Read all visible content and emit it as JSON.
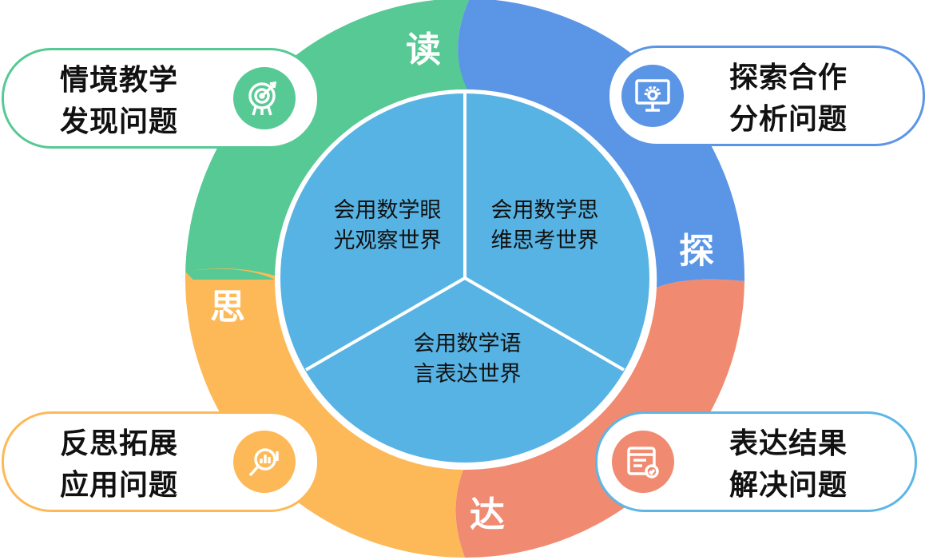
{
  "colors": {
    "green": "#56C994",
    "blue": "#5B95E5",
    "red": "#F08A70",
    "orange": "#FDB957",
    "center": "#57B3E3",
    "light_blue_border": "#5CB6E6"
  },
  "ring": {
    "read": "读",
    "explore": "探",
    "express": "达",
    "reflect": "思"
  },
  "center": {
    "top_left": [
      "会用数学眼",
      "光观察世界"
    ],
    "top_right": [
      "会用数学思",
      "维思考世界"
    ],
    "bottom": [
      "会用数学语",
      "言表达世界"
    ]
  },
  "boxes": {
    "top_left": {
      "lines": [
        "情境教学",
        "发现问题"
      ],
      "icon": "target-icon"
    },
    "top_right": {
      "lines": [
        "探索合作",
        "分析问题"
      ],
      "icon": "monitor-gear-icon"
    },
    "bottom_left": {
      "lines": [
        "反思拓展",
        "应用问题"
      ],
      "icon": "magnifier-chart-icon"
    },
    "bottom_right": {
      "lines": [
        "表达结果",
        "解决问题"
      ],
      "icon": "document-check-icon"
    }
  }
}
